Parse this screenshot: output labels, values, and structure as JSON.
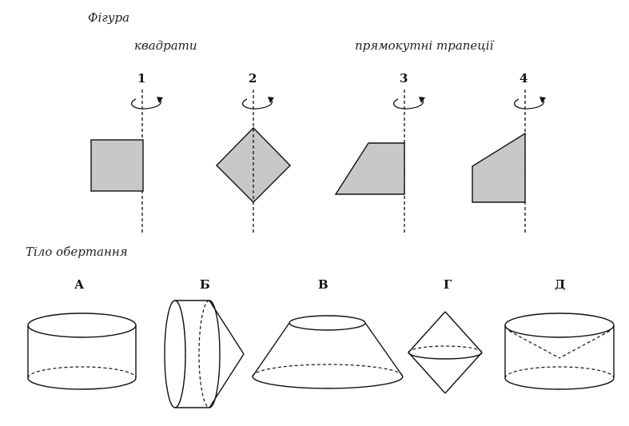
{
  "labels": {
    "figure": "Фігура",
    "squares": "квадрати",
    "trapezoids": "прямокутні трапеції",
    "solid_of_revolution": "Тіло обертання"
  },
  "figures": [
    {
      "number": "1"
    },
    {
      "number": "2"
    },
    {
      "number": "3"
    },
    {
      "number": "4"
    }
  ],
  "solids": [
    {
      "letter": "А"
    },
    {
      "letter": "Б"
    },
    {
      "letter": "В"
    },
    {
      "letter": "Г"
    },
    {
      "letter": "Д"
    }
  ],
  "colors": {
    "figure_fill": "#c8c8c8",
    "stroke": "#111111"
  }
}
